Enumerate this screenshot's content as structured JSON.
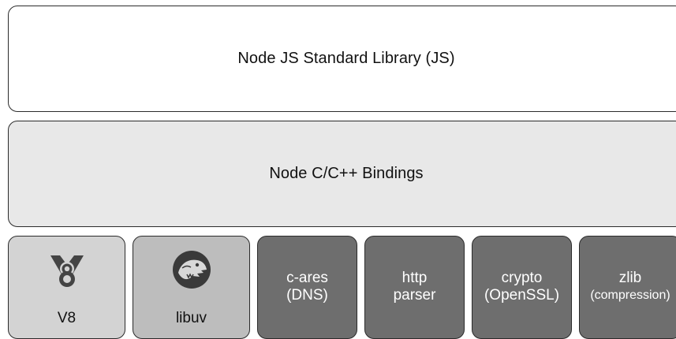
{
  "layers": {
    "stdlib": "Node JS Standard Library (JS)",
    "bindings": "Node C/C++ Bindings"
  },
  "dependencies": [
    {
      "lines": [
        "V8"
      ],
      "icon": "v8-logo-icon"
    },
    {
      "lines": [
        "libuv"
      ],
      "icon": "dinosaur-logo-icon"
    },
    {
      "lines": [
        "c-ares",
        "(DNS)"
      ]
    },
    {
      "lines": [
        "http",
        "parser"
      ]
    },
    {
      "lines": [
        "crypto",
        "(OpenSSL)"
      ]
    },
    {
      "lines": [
        "zlib",
        "(compression)"
      ]
    }
  ],
  "colors": {
    "stdlib_fill": "#ffffff",
    "bindings_fill": "#e8e8e8",
    "light_dep_fill": "#d3d3d3",
    "dark_dep_fill": "#6e6e6e",
    "border": "#2b2b2b"
  }
}
